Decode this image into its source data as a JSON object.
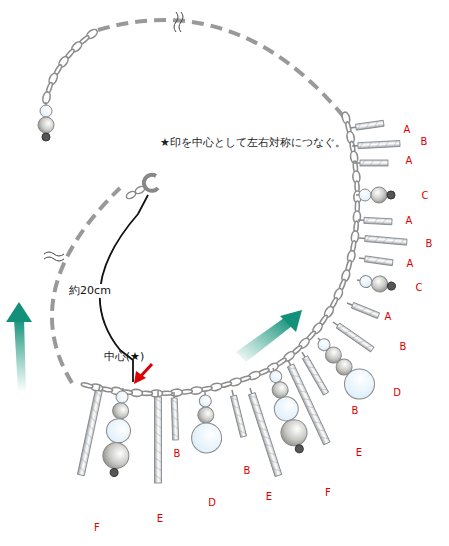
{
  "diagram": {
    "labels": [
      "★印を中心として左右対称につなぐ。",
      "約20cm",
      "中心(★)",
      "A",
      "B",
      "A",
      "C",
      "A",
      "B",
      "A",
      "C",
      "A",
      "B",
      "D",
      "B",
      "E",
      "F",
      "F",
      "E",
      "B",
      "D",
      "B",
      "E"
    ]
  }
}
